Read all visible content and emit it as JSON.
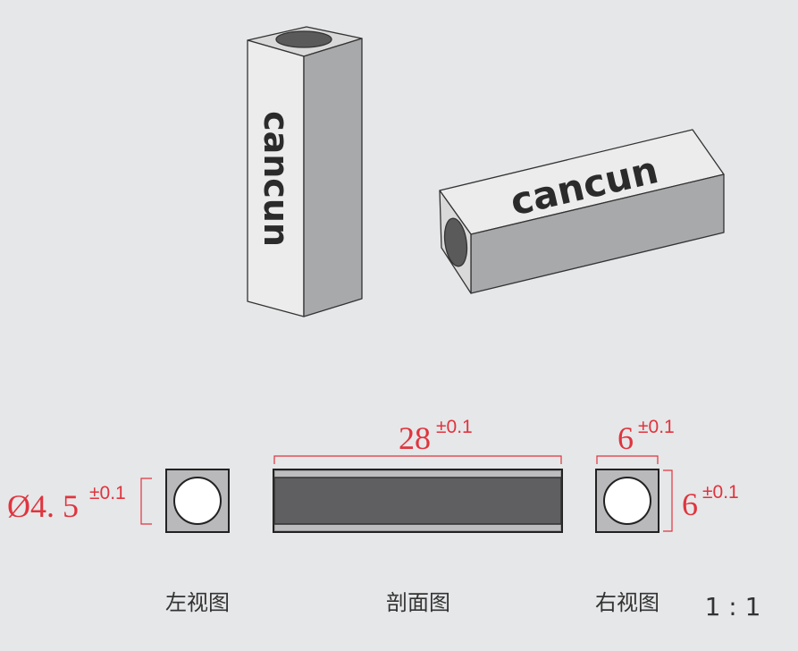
{
  "brand_text": "cancun",
  "dimensions": {
    "diameter": "Ø4. 5",
    "length": "28",
    "width": "6",
    "height": "6",
    "tolerance": "±0.1"
  },
  "captions": {
    "left_view": "左视图",
    "section_view": "剖面图",
    "right_view": "右视图",
    "scale": "1 : 1"
  },
  "colors": {
    "background": "#e6e7e8",
    "dimension": "#e0343e",
    "light_face": "#ececec",
    "dark_face": "#a8a9ab"
  }
}
